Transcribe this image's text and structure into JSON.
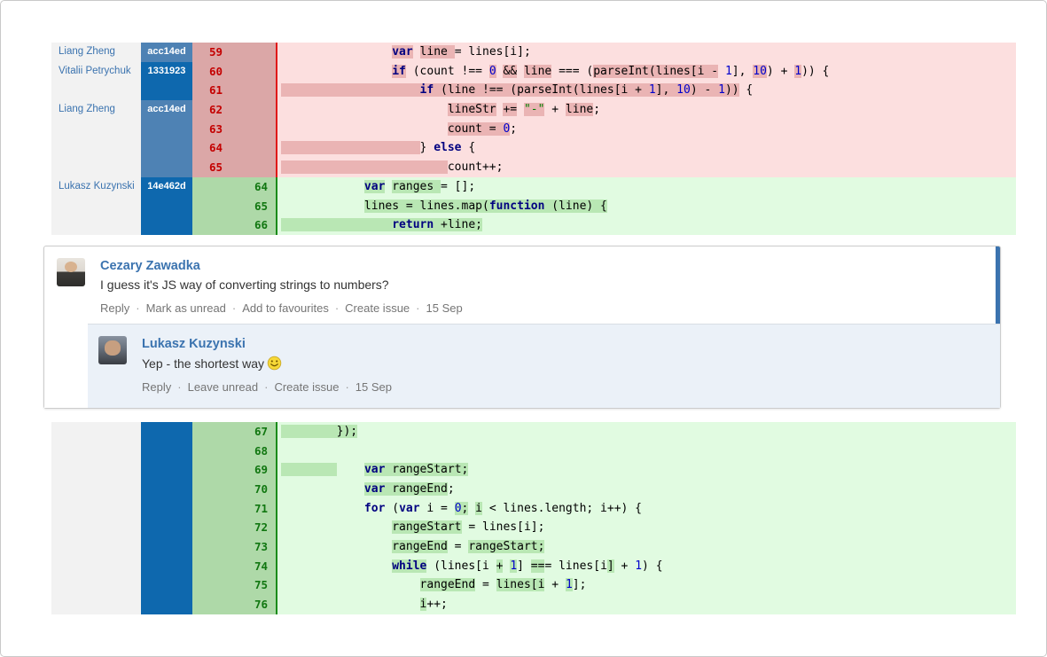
{
  "colors": {
    "link_blue": "#3b73af",
    "hash_light": "#4e82b4",
    "hash_dark": "#0e68ae",
    "author_col_bg": "#f2f2f2",
    "removed_gutter_bg": "#dba7a7",
    "removed_num": "#c40000",
    "removed_code_bg": "#fcdfdf",
    "removed_hl": "#eab4b4",
    "removed_divider": "#e01818",
    "added_gutter_bg": "#aed9a8",
    "added_num": "#117711",
    "added_code_bg": "#e1fbe1",
    "added_hl": "#b9e7b4",
    "added_divider": "#1a8c1a",
    "keyword": "#000080",
    "number": "#0000cc",
    "string": "#008000"
  },
  "diff": {
    "blocks": [
      {
        "rows": [
          {
            "kind": "removed",
            "author": "Liang Zheng",
            "hash": "acc14ed",
            "shade": "light",
            "old": "59",
            "new": "",
            "code": [
              [
                "                ",
                "p",
                0
              ],
              [
                "var",
                "k",
                1
              ],
              [
                " ",
                "p",
                0
              ],
              [
                "line ",
                "p",
                1
              ],
              [
                "= lines[i];",
                "p",
                0
              ]
            ]
          },
          {
            "kind": "removed",
            "author": "Vitalii Petrychuk",
            "hash": "1331923",
            "shade": "dark",
            "old": "60",
            "new": "",
            "code": [
              [
                "                ",
                "p",
                0
              ],
              [
                "if",
                "k",
                1
              ],
              [
                " (count !== ",
                "p",
                0
              ],
              [
                "0",
                "n",
                1
              ],
              [
                " ",
                "p",
                0
              ],
              [
                "&&",
                "p",
                1
              ],
              [
                " ",
                "p",
                0
              ],
              [
                "line",
                "p",
                1
              ],
              [
                " === (",
                "p",
                0
              ],
              [
                "parseInt(lines[i ",
                "p",
                1
              ],
              [
                "-",
                "p",
                1
              ],
              [
                " ",
                "p",
                0
              ],
              [
                "1",
                "n",
                0
              ],
              [
                "], ",
                "p",
                0
              ],
              [
                "10",
                "n",
                1
              ],
              [
                ") + ",
                "p",
                0
              ],
              [
                "1",
                "n",
                1
              ],
              [
                ")) {",
                "p",
                0
              ]
            ]
          },
          {
            "kind": "removed",
            "author": "",
            "hash": "",
            "shade": "dark",
            "old": "61",
            "new": "",
            "code": [
              [
                "                    ",
                "p",
                1
              ],
              [
                "if",
                "k",
                1
              ],
              [
                " (line !== (parseInt(lines[i + ",
                "p",
                1
              ],
              [
                "1",
                "n",
                1
              ],
              [
                "], ",
                "p",
                1
              ],
              [
                "10",
                "n",
                1
              ],
              [
                ") - ",
                "p",
                1
              ],
              [
                "1",
                "n",
                1
              ],
              [
                "))",
                "p",
                1
              ],
              [
                " {",
                "p",
                0
              ]
            ]
          },
          {
            "kind": "removed",
            "author": "Liang Zheng",
            "hash": "acc14ed",
            "shade": "light",
            "old": "62",
            "new": "",
            "code": [
              [
                "                        ",
                "p",
                0
              ],
              [
                "lineStr",
                "p",
                1
              ],
              [
                " ",
                "p",
                0
              ],
              [
                "+=",
                "p",
                1
              ],
              [
                " ",
                "p",
                0
              ],
              [
                "\"-\"",
                "s",
                1
              ],
              [
                " + ",
                "p",
                0
              ],
              [
                "line",
                "p",
                1
              ],
              [
                ";",
                "p",
                0
              ]
            ]
          },
          {
            "kind": "removed",
            "author": "",
            "hash": "",
            "shade": "light",
            "old": "63",
            "new": "",
            "code": [
              [
                "                        ",
                "p",
                0
              ],
              [
                "count = ",
                "p",
                1
              ],
              [
                "0",
                "n",
                1
              ],
              [
                ";",
                "p",
                0
              ]
            ]
          },
          {
            "kind": "removed",
            "author": "",
            "hash": "",
            "shade": "light",
            "old": "64",
            "new": "",
            "code": [
              [
                "                    ",
                "p",
                1
              ],
              [
                "} ",
                "p",
                0
              ],
              [
                "else",
                "k",
                0
              ],
              [
                " {",
                "p",
                0
              ]
            ]
          },
          {
            "kind": "removed",
            "author": "",
            "hash": "",
            "shade": "light",
            "old": "65",
            "new": "",
            "code": [
              [
                "                        ",
                "p",
                1
              ],
              [
                "count++;",
                "p",
                0
              ]
            ]
          },
          {
            "kind": "added",
            "author": "Lukasz Kuzynski",
            "hash": "14e462d",
            "shade": "dark",
            "old": "",
            "new": "64",
            "code": [
              [
                "            ",
                "p",
                0
              ],
              [
                "var",
                "k",
                1
              ],
              [
                " ",
                "p",
                0
              ],
              [
                "ranges ",
                "p",
                1
              ],
              [
                "= [];",
                "p",
                0
              ]
            ]
          },
          {
            "kind": "added",
            "author": "",
            "hash": "",
            "shade": "dark",
            "old": "",
            "new": "65",
            "code": [
              [
                "            ",
                "p",
                0
              ],
              [
                "lines = lines.map(",
                "p",
                1
              ],
              [
                "function",
                "k",
                1
              ],
              [
                " (line) {",
                "p",
                1
              ]
            ]
          },
          {
            "kind": "added",
            "author": "",
            "hash": "",
            "shade": "dark",
            "old": "",
            "new": "66",
            "code": [
              [
                "                ",
                "p",
                1
              ],
              [
                "return",
                "k",
                1
              ],
              [
                " +line;",
                "p",
                1
              ]
            ]
          }
        ]
      },
      {
        "rows": [
          {
            "kind": "added",
            "author": "",
            "hash": "",
            "shade": "dark",
            "old": "",
            "new": "67",
            "code": [
              [
                "        ",
                "p",
                1
              ],
              [
                "});",
                "p",
                1
              ]
            ]
          },
          {
            "kind": "added",
            "author": "",
            "hash": "",
            "shade": "dark",
            "old": "",
            "new": "68",
            "code": []
          },
          {
            "kind": "added",
            "author": "",
            "hash": "",
            "shade": "dark",
            "old": "",
            "new": "69",
            "code": [
              [
                "        ",
                "p",
                1
              ],
              [
                "    ",
                "p",
                0
              ],
              [
                "var",
                "k",
                1
              ],
              [
                " rangeStart;",
                "p",
                1
              ]
            ]
          },
          {
            "kind": "added",
            "author": "",
            "hash": "",
            "shade": "dark",
            "old": "",
            "new": "70",
            "code": [
              [
                "            ",
                "p",
                0
              ],
              [
                "var",
                "k",
                1
              ],
              [
                " rangeEnd",
                "p",
                1
              ],
              [
                ";",
                "p",
                0
              ]
            ]
          },
          {
            "kind": "added",
            "author": "",
            "hash": "",
            "shade": "dark",
            "old": "",
            "new": "71",
            "code": [
              [
                "            ",
                "p",
                0
              ],
              [
                "for",
                "k",
                0
              ],
              [
                " (",
                "p",
                0
              ],
              [
                "var",
                "k",
                0
              ],
              [
                " i = ",
                "p",
                0
              ],
              [
                "0",
                "n",
                1
              ],
              [
                ";",
                "p",
                1
              ],
              [
                " ",
                "p",
                0
              ],
              [
                "i",
                "p",
                1
              ],
              [
                " < lines.length; i++) {",
                "p",
                0
              ]
            ]
          },
          {
            "kind": "added",
            "author": "",
            "hash": "",
            "shade": "dark",
            "old": "",
            "new": "72",
            "code": [
              [
                "                ",
                "p",
                0
              ],
              [
                "rangeStart",
                "p",
                1
              ],
              [
                " = lines[i];",
                "p",
                0
              ]
            ]
          },
          {
            "kind": "added",
            "author": "",
            "hash": "",
            "shade": "dark",
            "old": "",
            "new": "73",
            "code": [
              [
                "                ",
                "p",
                0
              ],
              [
                "rangeEnd",
                "p",
                1
              ],
              [
                " = ",
                "p",
                0
              ],
              [
                "rangeStart;",
                "p",
                1
              ]
            ]
          },
          {
            "kind": "added",
            "author": "",
            "hash": "",
            "shade": "dark",
            "old": "",
            "new": "74",
            "code": [
              [
                "                ",
                "p",
                0
              ],
              [
                "while",
                "k",
                1
              ],
              [
                " (lines[i ",
                "p",
                0
              ],
              [
                "+",
                "p",
                1
              ],
              [
                " ",
                "p",
                0
              ],
              [
                "1",
                "n",
                1
              ],
              [
                "] ",
                "p",
                0
              ],
              [
                "==",
                "p",
                1
              ],
              [
                "= ",
                "p",
                0
              ],
              [
                "lines[i",
                "p",
                0
              ],
              [
                "]",
                "p",
                1
              ],
              [
                " + ",
                "p",
                0
              ],
              [
                "1",
                "n",
                0
              ],
              [
                ") {",
                "p",
                0
              ]
            ]
          },
          {
            "kind": "added",
            "author": "",
            "hash": "",
            "shade": "dark",
            "old": "",
            "new": "75",
            "code": [
              [
                "                    ",
                "p",
                0
              ],
              [
                "rangeEnd",
                "p",
                1
              ],
              [
                " = ",
                "p",
                0
              ],
              [
                "lines[i",
                "p",
                1
              ],
              [
                " + ",
                "p",
                0
              ],
              [
                "1",
                "n",
                1
              ],
              [
                "];",
                "p",
                0
              ]
            ]
          },
          {
            "kind": "added",
            "author": "",
            "hash": "",
            "shade": "dark",
            "old": "",
            "new": "76",
            "code": [
              [
                "                    ",
                "p",
                0
              ],
              [
                "i",
                "p",
                1
              ],
              [
                "++;",
                "p",
                0
              ]
            ]
          }
        ]
      }
    ]
  },
  "comment_thread": {
    "main": {
      "author": "Cezary Zawadka",
      "body": "I guess it's JS way of converting strings to numbers?",
      "actions": [
        "Reply",
        "Mark as unread",
        "Add to favourites",
        "Create issue"
      ],
      "date": "15 Sep"
    },
    "reply": {
      "author": "Lukasz Kuzynski",
      "body": "Yep - the shortest way",
      "emoji": "smiley-face",
      "actions": [
        "Reply",
        "Leave unread",
        "Create issue"
      ],
      "date": "15 Sep"
    }
  }
}
